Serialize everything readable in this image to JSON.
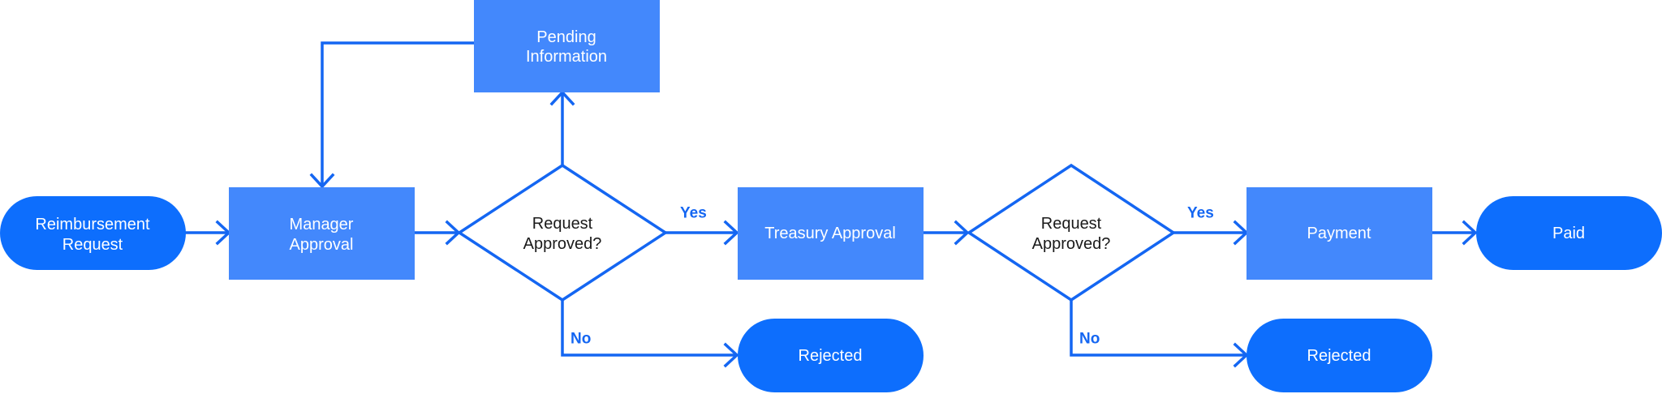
{
  "colors": {
    "process_fill": "#4388fc",
    "terminal_fill": "#0d6efd",
    "decision_fill": "#ffffff",
    "edge_stroke": "#1466f2"
  },
  "nodes": {
    "reimbursement_request": {
      "lines": [
        "Reimbursement",
        "Request"
      ]
    },
    "manager_approval": {
      "lines": [
        "Manager",
        "Approval"
      ]
    },
    "pending_information": {
      "lines": [
        "Pending",
        "Information"
      ]
    },
    "decision_1": {
      "lines": [
        "Request",
        "Approved?"
      ]
    },
    "treasury_approval": {
      "lines": [
        "Treasury Approval"
      ]
    },
    "decision_2": {
      "lines": [
        "Request",
        "Approved?"
      ]
    },
    "payment": {
      "lines": [
        "Payment"
      ]
    },
    "paid": {
      "lines": [
        "Paid"
      ]
    },
    "rejected_1": {
      "lines": [
        "Rejected"
      ]
    },
    "rejected_2": {
      "lines": [
        "Rejected"
      ]
    }
  },
  "edge_labels": {
    "yes_1": "Yes",
    "no_1": "No",
    "yes_2": "Yes",
    "no_2": "No"
  }
}
